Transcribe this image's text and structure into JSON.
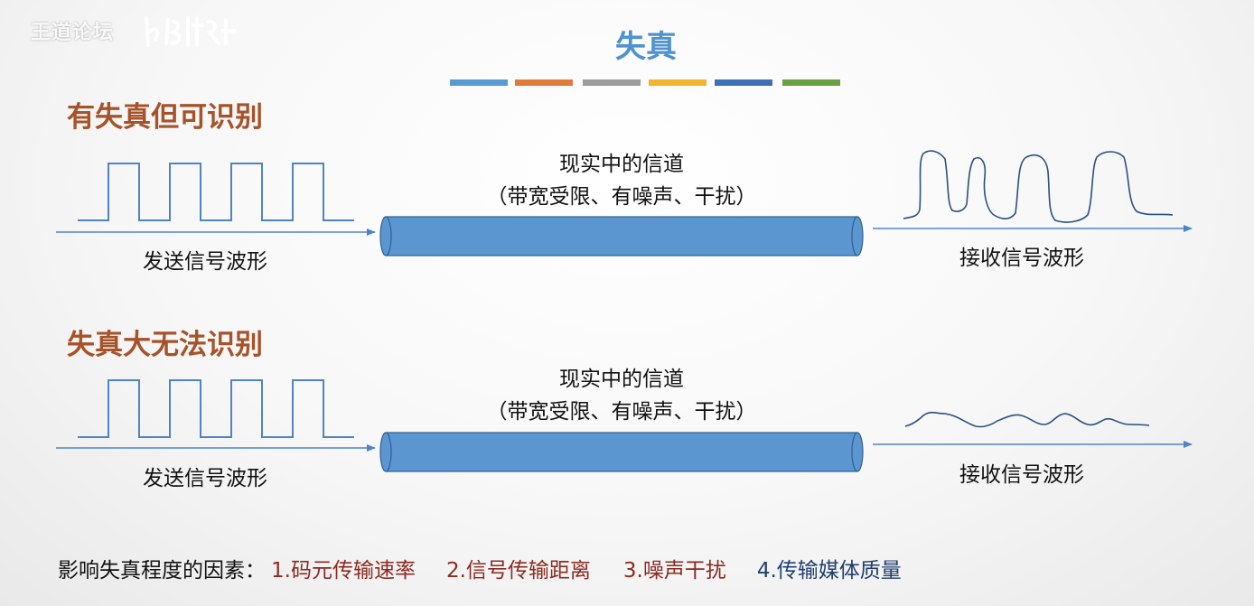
{
  "watermark": {
    "text": "王道论坛"
  },
  "title": "失真",
  "color_bars": [
    "#5a9ad3",
    "#e07b3c",
    "#9c9c9c",
    "#f3b52d",
    "#3f6fb6",
    "#6aa043"
  ],
  "sections": [
    {
      "heading": "有失真但可识别",
      "channel_line1": "现实中的信道",
      "channel_line2": "（带宽受限、有噪声、干扰）",
      "send_label": "发送信号波形",
      "receive_label": "接收信号波形"
    },
    {
      "heading": "失真大无法识别",
      "channel_line1": "现实中的信道",
      "channel_line2": "（带宽受限、有噪声、干扰）",
      "send_label": "发送信号波形",
      "receive_label": "接收信号波形"
    }
  ],
  "footer": {
    "prefix": "影响失真程度的因素：",
    "factors": [
      {
        "text": "1.码元传输速率",
        "color": "#8b2a20"
      },
      {
        "text": "2.信号传输距离",
        "color": "#8b2a20"
      },
      {
        "text": "3.噪声干扰",
        "color": "#8b2a20"
      },
      {
        "text": "4.传输媒体质量",
        "color": "#1f3f6e"
      }
    ]
  },
  "colors": {
    "wave": "#4f84c4",
    "arrow": "#4f84c4",
    "channel_fill": "#5b96d0",
    "channel_stroke": "#2e5f93",
    "distorted_wave": "#2b4f83"
  }
}
